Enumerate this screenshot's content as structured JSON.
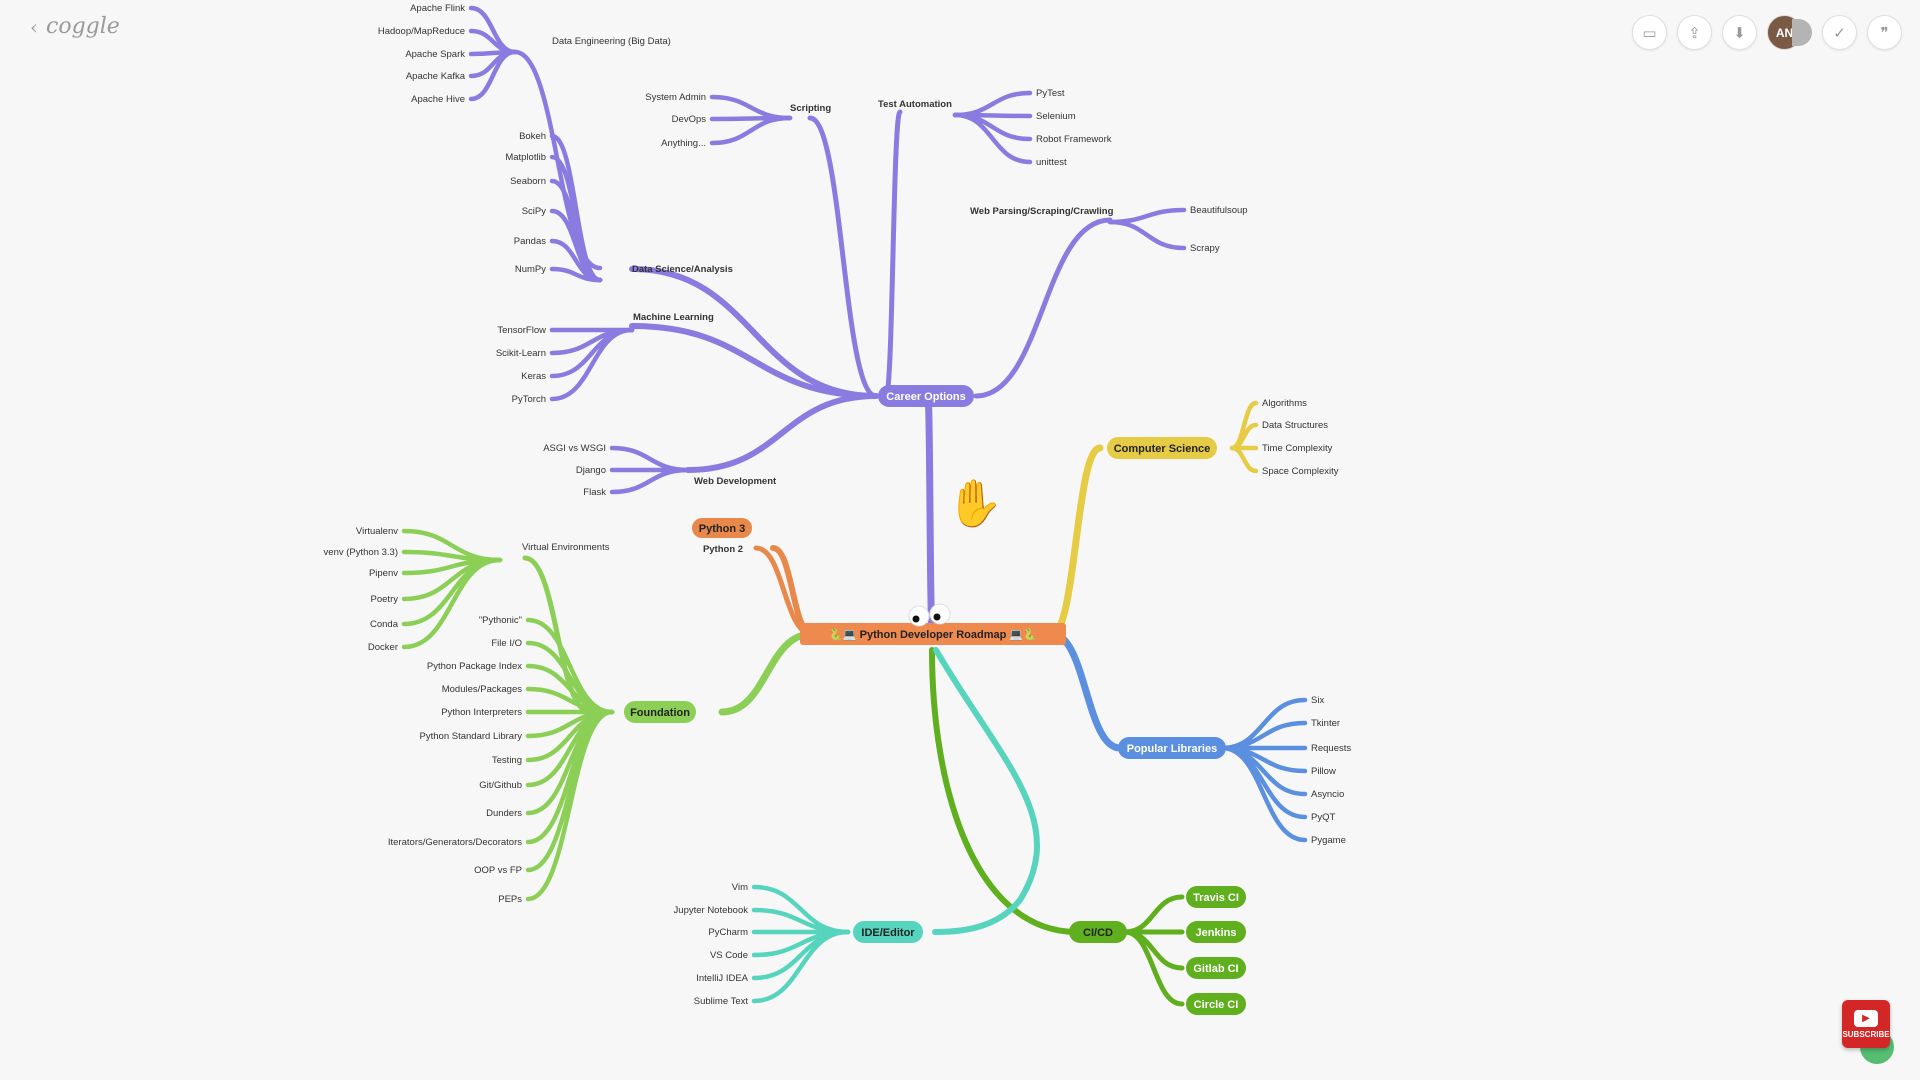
{
  "app": {
    "name": "coggle",
    "back_icon": "chevron-left-icon"
  },
  "toolbar": {
    "buttons": [
      "present-icon",
      "share-icon",
      "download-icon",
      "history-icon",
      "quote-icon"
    ],
    "avatar_initials": "AN"
  },
  "colors": {
    "career": "#8a7be0",
    "cs": "#e6cc44",
    "libs": "#5b8fe0",
    "cicd": "#5faf1e",
    "ide": "#56d4bd",
    "foundation": "#8bcf57",
    "python": "#e9884b",
    "root": "#ef8a4f"
  },
  "mindmap": {
    "root": "🐍💻 Python Developer Roadmap 💻🐍",
    "python_versions": {
      "v3": "Python 3",
      "v2": "Python 2"
    },
    "career": {
      "label": "Career Options",
      "data_engineering": {
        "label": "Data Engineering (Big Data)",
        "items": [
          "Apache Flink",
          "Hadoop/MapReduce",
          "Apache Spark",
          "Apache Kafka",
          "Apache Hive"
        ]
      },
      "data_science": {
        "label": "Data Science/Analysis",
        "items": [
          "Bokeh",
          "Matplotlib",
          "Seaborn",
          "SciPy",
          "Pandas",
          "NumPy"
        ]
      },
      "machine_learning": {
        "label": "Machine Learning",
        "items": [
          "TensorFlow",
          "Scikit-Learn",
          "Keras",
          "PyTorch"
        ]
      },
      "web_development": {
        "label": "Web Development",
        "items": [
          "ASGI vs WSGI",
          "Django",
          "Flask"
        ]
      },
      "scripting": {
        "label": "Scripting",
        "items": [
          "System Admin",
          "DevOps",
          "Anything..."
        ]
      },
      "test_automation": {
        "label": "Test Automation",
        "items": [
          "PyTest",
          "Selenium",
          "Robot Framework",
          "unittest"
        ]
      },
      "web_parsing": {
        "label": "Web Parsing/Scraping/Crawling",
        "items": [
          "Beautifulsoup",
          "Scrapy"
        ]
      }
    },
    "computer_science": {
      "label": "Computer Science",
      "items": [
        "Algorithms",
        "Data Structures",
        "Time Complexity",
        "Space Complexity"
      ]
    },
    "popular_libraries": {
      "label": "Popular Libraries",
      "items": [
        "Six",
        "Tkinter",
        "Requests",
        "Pillow",
        "Asyncio",
        "PyQT",
        "Pygame"
      ]
    },
    "cicd": {
      "label": "CI/CD",
      "items": [
        "Travis CI",
        "Jenkins",
        "Gitlab CI",
        "Circle CI"
      ]
    },
    "ide": {
      "label": "IDE/Editor",
      "items": [
        "Vim",
        "Jupyter Notebook",
        "PyCharm",
        "VS Code",
        "IntelliJ IDEA",
        "Sublime Text"
      ]
    },
    "foundation": {
      "label": "Foundation",
      "virtual_env": {
        "label": "Virtual Environments",
        "items": [
          "Virtualenv",
          "venv (Python 3.3)",
          "Pipenv",
          "Poetry",
          "Conda",
          "Docker"
        ]
      },
      "items": [
        "\"Pythonic\"",
        "File I/O",
        "Python Package Index",
        "Modules/Packages",
        "Python Interpreters",
        "Python Standard Library",
        "Testing",
        "Git/Github",
        "Dunders",
        "Iterators/Generators/Decorators",
        "OOP vs FP",
        "PEPs"
      ]
    }
  },
  "subscribe": "SUBSCRIBE"
}
